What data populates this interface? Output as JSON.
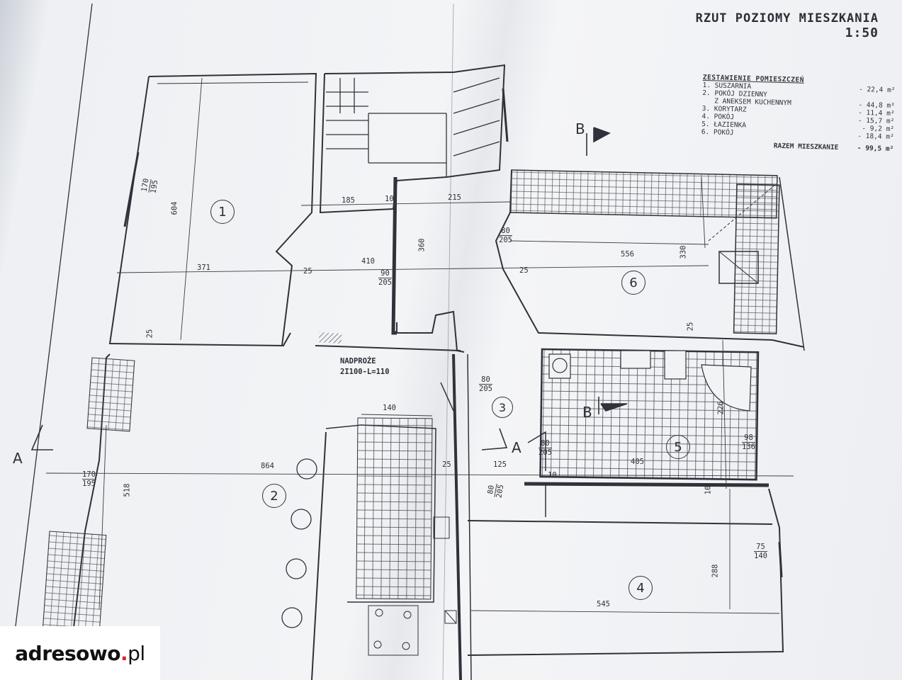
{
  "title": "RZUT POZIOMY MIESZKANIA",
  "scale": "1:50",
  "legend": {
    "heading": "ZESTAWIENIE POMIESZCZEŃ",
    "rows": [
      {
        "label": "1. SUSZARNIA",
        "value": "- 22,4 m²"
      },
      {
        "label": "2. POKÓJ DZIENNY",
        "value": ""
      },
      {
        "label": "   Z ANEKSEM KUCHENNYM",
        "value": "- 44,8 m²"
      },
      {
        "label": "3. KORYTARZ",
        "value": "- 11,4 m²"
      },
      {
        "label": "4. POKÓJ",
        "value": "- 15,7 m²"
      },
      {
        "label": "5. ŁAZIENKA",
        "value": "- 9,2 m²"
      },
      {
        "label": "6. POKÓJ",
        "value": "- 18,4 m²"
      }
    ],
    "total_label": "RAZEM MIESZKANIE",
    "total_value": "- 99,5 m²"
  },
  "lintel": {
    "line1": "NADPROŻE",
    "line2": "2I100-L=110"
  },
  "rooms": [
    "1",
    "2",
    "3",
    "4",
    "5",
    "6"
  ],
  "section_labels": {
    "a": "A",
    "b": "B"
  },
  "dims": {
    "d604": "604",
    "d170a": "170",
    "d195a": "195",
    "d185": "185",
    "d10a": "10",
    "d215": "215",
    "d360": "360",
    "d371": "371",
    "d410": "410",
    "d25a": "25",
    "d25b": "25",
    "d25c": "25",
    "d90": "90",
    "d205a": "205",
    "d80a": "80",
    "d205b": "205",
    "d556": "556",
    "d330": "330",
    "d25d": "25",
    "d80b": "80",
    "d205c": "205",
    "d140": "140",
    "d864": "864",
    "d25e": "25",
    "d125": "125",
    "d170b": "170",
    "d195b": "195",
    "d518": "518",
    "d80c": "80",
    "d205d": "205",
    "d10b": "10",
    "d405": "405",
    "d226": "226",
    "d98": "98",
    "d136": "136",
    "d10c": "10",
    "d80d": "80",
    "d205e": "205",
    "d75": "75",
    "d140b": "140",
    "d288": "288",
    "d545": "545"
  },
  "watermark": {
    "brand": "adresowo",
    "dot": ".",
    "tld": "pl"
  }
}
